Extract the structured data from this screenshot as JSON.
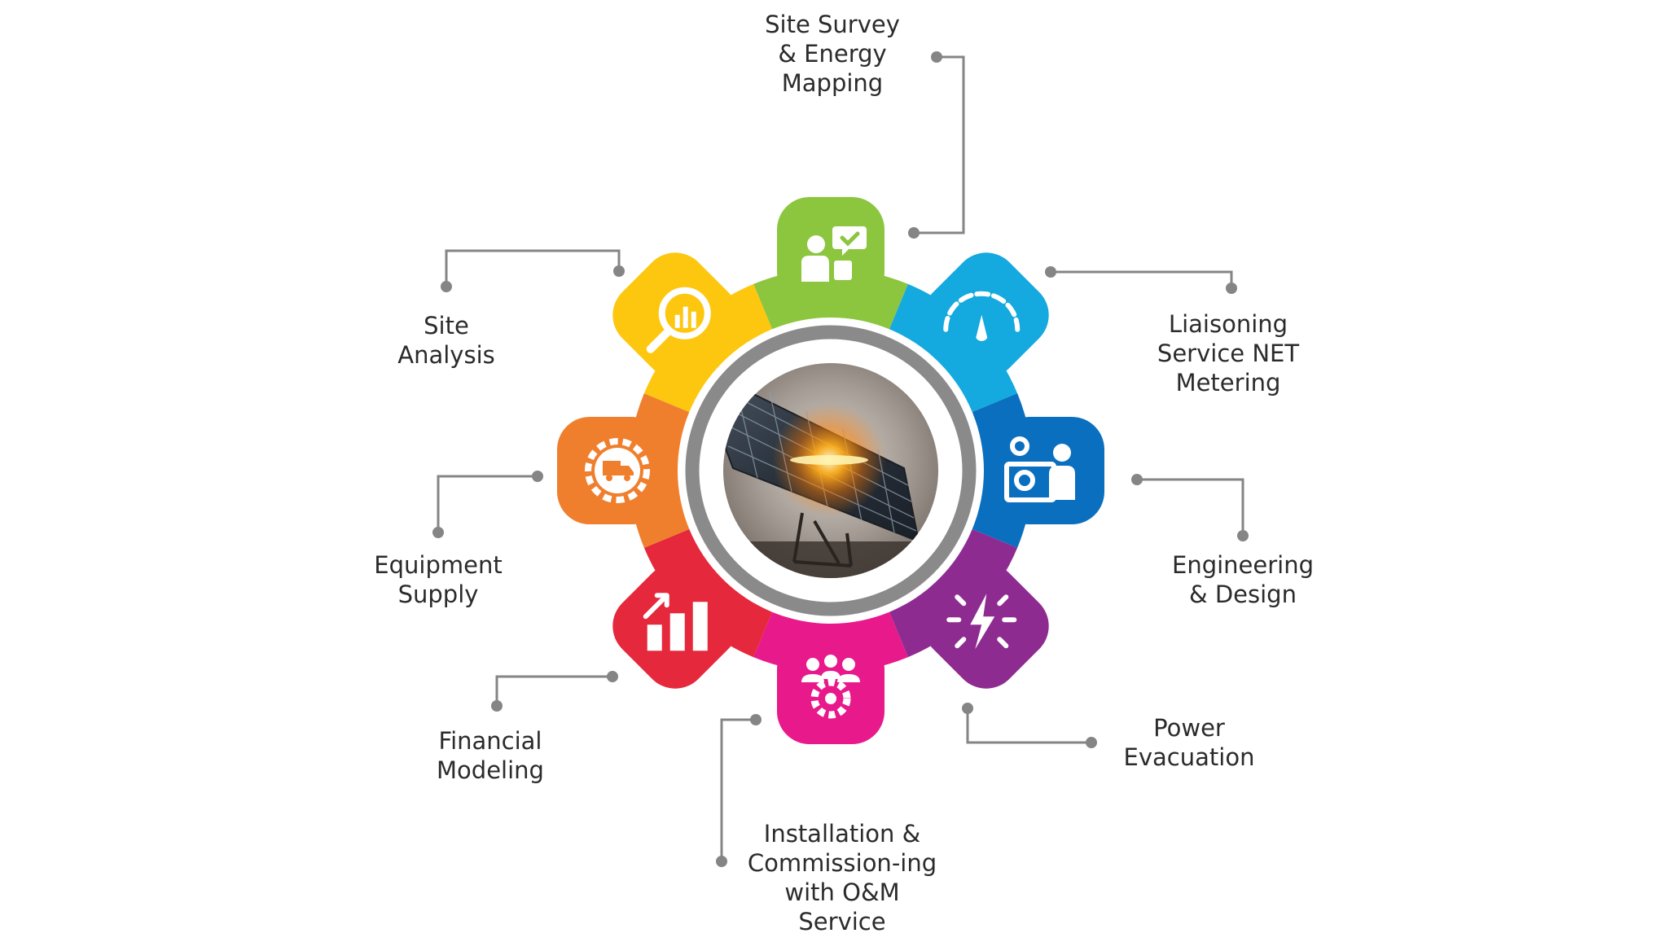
{
  "colors": {
    "connector": "#858585",
    "label_text": "#2b2b2b",
    "ring_outer": "#8a8a8a",
    "ring_gap": "#ffffff"
  },
  "segments": [
    {
      "id": "site-survey",
      "lines": [
        "Site Survey",
        "& Energy",
        "Mapping"
      ],
      "color": "#8cc63f",
      "icon": "person-checklist-icon"
    },
    {
      "id": "liaisoning",
      "lines": [
        "Liaisoning",
        "Service NET",
        "Metering"
      ],
      "color": "#14a9df",
      "icon": "meter-gauge-icon"
    },
    {
      "id": "engineering",
      "lines": [
        "Engineering",
        "& Design"
      ],
      "color": "#0a6fbf",
      "icon": "engineer-blueprint-icon"
    },
    {
      "id": "power-evacuation",
      "lines": [
        "Power",
        "Evacuation"
      ],
      "color": "#8e2b91",
      "icon": "lightning-bolt-icon"
    },
    {
      "id": "installation",
      "lines": [
        "Installation &",
        "Commission-ing",
        "with O&M",
        "Service"
      ],
      "color": "#e8198b",
      "icon": "team-gear-icon"
    },
    {
      "id": "financial",
      "lines": [
        "Financial",
        "Modeling"
      ],
      "color": "#e5283b",
      "icon": "growth-chart-icon"
    },
    {
      "id": "equipment",
      "lines": [
        "Equipment",
        "Supply"
      ],
      "color": "#f07f2d",
      "icon": "truck-gear-icon"
    },
    {
      "id": "site-analysis",
      "lines": [
        "Site",
        "Analysis"
      ],
      "color": "#fdc70f",
      "icon": "magnifier-chart-icon"
    }
  ],
  "center": {
    "image": "solar-panel-photo"
  }
}
